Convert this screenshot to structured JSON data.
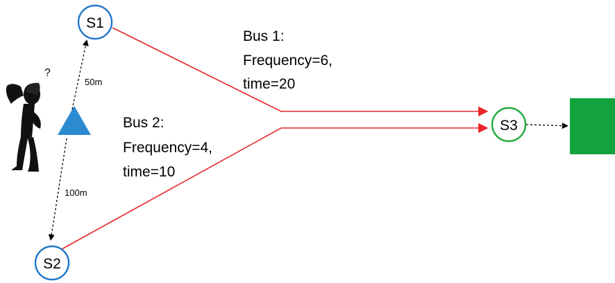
{
  "stations": {
    "s1": {
      "label": "S1",
      "color": "#1f77c8"
    },
    "s2": {
      "label": "S2",
      "color": "#1f77c8"
    },
    "s3": {
      "label": "S3",
      "color": "#22a83a"
    }
  },
  "walk_distances": {
    "to_s1": "50m",
    "to_s2": "100m"
  },
  "buses": [
    {
      "line1": "Bus 1:",
      "line2": "Frequency=6,",
      "line3": "time=20",
      "color": "#e8262a"
    },
    {
      "line1": "Bus 2:",
      "line2": "Frequency=4,",
      "line3": "time=10",
      "color": "#e8262a"
    }
  ],
  "question_mark": "?",
  "colors": {
    "origin_triangle": "#2b8ad0",
    "destination": "#12a33c",
    "walk_arrow": "#000000"
  }
}
